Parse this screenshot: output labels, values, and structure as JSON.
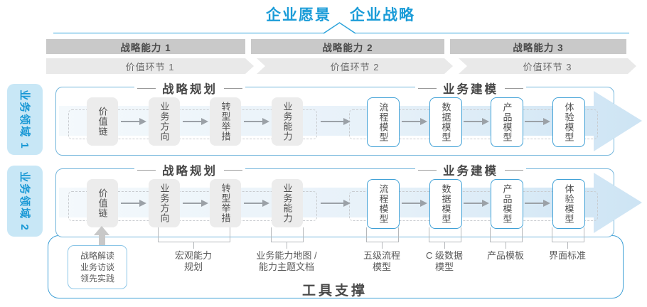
{
  "header": {
    "vision": "企业愿景",
    "strategy": "企业战略"
  },
  "capability_bars": [
    "战略能力 1",
    "战略能力 2",
    "战略能力 3"
  ],
  "value_chain_bars": [
    "价值环节 1",
    "价值环节 2",
    "价值环节 3"
  ],
  "domains": [
    "业务领域 1",
    "业务领域 2"
  ],
  "flow": {
    "planning_header": "战略规划",
    "modeling_header": "业务建模",
    "planning_boxes": [
      "价值链",
      "业务方向",
      "转型举措",
      "业务能力"
    ],
    "modeling_boxes": [
      "流程模型",
      "数据模型",
      "产品模型",
      "体验模型"
    ]
  },
  "annotations": {
    "practice_box": "战略解读\n业务访谈\n领先实践",
    "labels": [
      "宏观能力\n规划",
      "业务能力地图 /\n能力主题文档",
      "五级流程\n模型",
      "C 级数据\n模型",
      "产品模板",
      "界面标准"
    ]
  },
  "footer": "工具支撑",
  "colors": {
    "accent_blue": "#1b9cd8",
    "row_border_blue": "#74b6dc",
    "box_border_blue": "#3fa0d6",
    "band_blue": "#cde4f4",
    "bar_gray": "#c9c9c9",
    "chevron_gray": "#e9e9e9",
    "node_gray": "#ececec",
    "domain_bg": "#c8e7f6",
    "text_dark": "#4a4a4a"
  }
}
